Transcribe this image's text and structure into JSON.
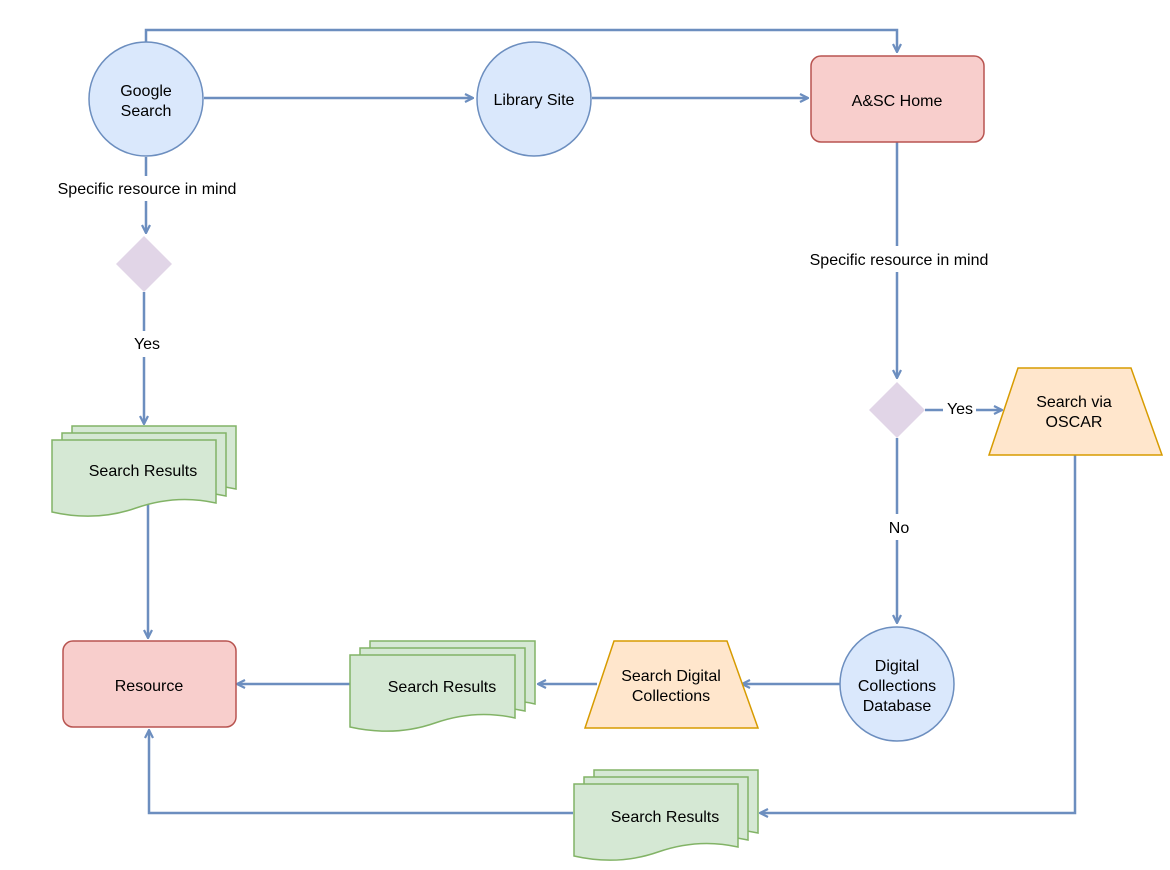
{
  "colors": {
    "edge": "#6c8ebf",
    "circle_fill": "#dae8fc",
    "circle_stroke": "#6c8ebf",
    "red_fill": "#f8cecc",
    "red_stroke": "#b85450",
    "orange_fill": "#ffe6cc",
    "orange_stroke": "#d79b00",
    "green_fill": "#d5e8d4",
    "green_stroke": "#82b366",
    "decision_fill": "#e1d5e7"
  },
  "nodes": {
    "google_search": {
      "line1": "Google",
      "line2": "Search"
    },
    "library_site": {
      "label": "Library Site"
    },
    "asc_home": {
      "label": "A&SC Home"
    },
    "search_results_left": {
      "label": "Search Results"
    },
    "resource": {
      "label": "Resource"
    },
    "search_via_oscar": {
      "line1": "Search via",
      "line2": "OSCAR"
    },
    "digital_collections_db": {
      "line1": "Digital",
      "line2": "Collections",
      "line3": "Database"
    },
    "search_digital_collections": {
      "line1": "Search Digital",
      "line2": "Collections"
    },
    "search_results_middle": {
      "label": "Search Results"
    },
    "search_results_bottom": {
      "label": "Search Results"
    }
  },
  "edge_labels": {
    "left_specific": "Specific resource in mind",
    "left_yes": "Yes",
    "right_specific": "Specific resource in mind",
    "right_yes": "Yes",
    "right_no": "No"
  }
}
